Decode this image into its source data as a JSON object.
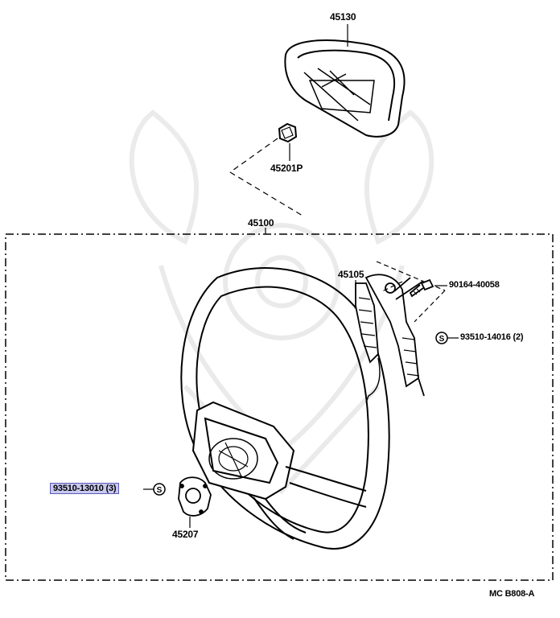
{
  "labels": {
    "p45130": "45130",
    "p45201p": "45201P",
    "p45100": "45100",
    "p45105": "45105",
    "p90164": "90164-40058",
    "p93510_14016": "93510-14016 (2)",
    "p93510_13010": "93510-13010 (3)",
    "p45207": "45207",
    "diagram_code": "MC  B808-A"
  },
  "symbols": {
    "s_mark": "S"
  },
  "highlight_color": "#c9c8f0"
}
